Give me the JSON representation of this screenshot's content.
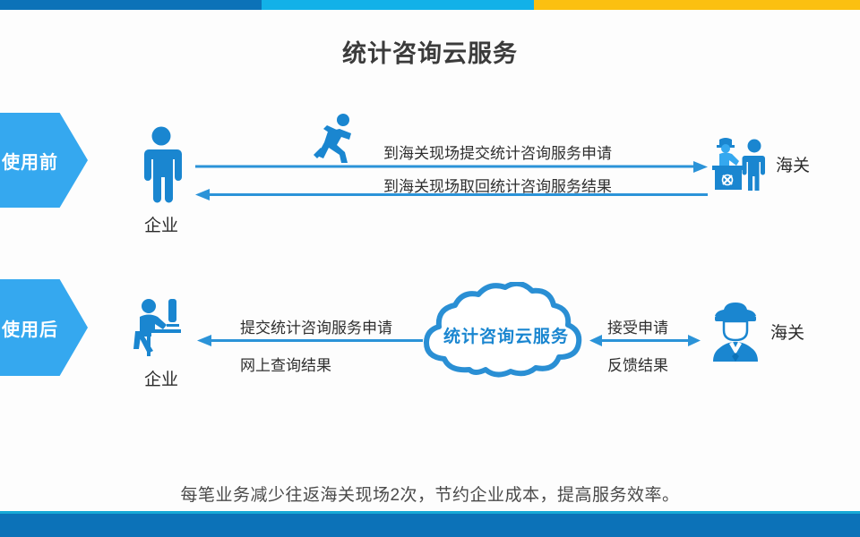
{
  "colors": {
    "bar_dark_blue": "#0c72b8",
    "bar_light_blue": "#12b1e8",
    "bar_yellow": "#fbc011",
    "chevron_blue": "#35a8ef",
    "icon_blue": "#1a86d0",
    "arrow_blue": "#2b93d8",
    "cloud_blue": "#2a8fd4",
    "title_gray": "#3b3b3b"
  },
  "header": {
    "title": "统计咨询云服务"
  },
  "topbar": {
    "segments": [
      {
        "name": "dark-blue",
        "color": "#0c72b8"
      },
      {
        "name": "light-blue",
        "color": "#12b1e8"
      },
      {
        "name": "yellow",
        "color": "#fbc011"
      }
    ]
  },
  "rows": [
    {
      "id": "before",
      "band_label": "使用前",
      "left_actor": {
        "label": "企业",
        "icon": "standing-person-icon"
      },
      "right_actor": {
        "label": "海关",
        "icon": "customs-counter-icon"
      },
      "middle_icon": "running-person-icon",
      "flows": [
        {
          "text": "到海关现场提交统计咨询服务申请",
          "direction": "right"
        },
        {
          "text": "到海关现场取回统计咨询服务结果",
          "direction": "left"
        }
      ]
    },
    {
      "id": "after",
      "band_label": "使用后",
      "left_actor": {
        "label": "企业",
        "icon": "seated-person-at-desk-icon"
      },
      "right_actor": {
        "label": "海关",
        "icon": "customs-officer-icon"
      },
      "cloud": {
        "label": "统计咨询云服务",
        "icon": "cloud-icon"
      },
      "flows_left": [
        {
          "text": "提交统计咨询服务申请"
        },
        {
          "text": "网上查询结果"
        }
      ],
      "flows_right": [
        {
          "text": "接受申请"
        },
        {
          "text": "反馈结果"
        }
      ]
    }
  ],
  "footer": {
    "caption": "每笔业务减少往返海关现场2次，节约企业成本，提高服务效率。"
  }
}
